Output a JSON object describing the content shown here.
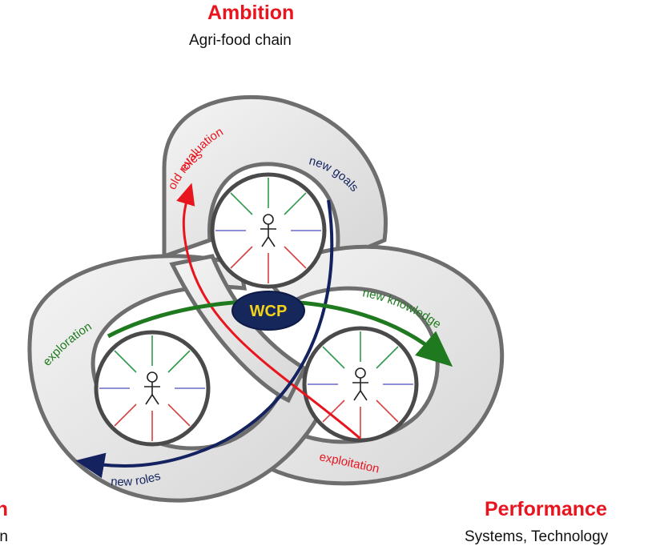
{
  "corners": {
    "top": {
      "title": "Ambition",
      "subtitle": "Agri-food chain"
    },
    "bottom_right": {
      "title": "Performance",
      "subtitle": "Systems, Technology"
    },
    "bottom_left": {
      "title": "Ambition",
      "subtitle": "Agri-food chain"
    }
  },
  "center_label": "WCP",
  "flows": {
    "evaluation": "evaluation",
    "old_roles": "old roles",
    "new_goals": "new goals",
    "exploration": "exploration",
    "new_knowledge": "new knowledge",
    "new_roles": "new roles",
    "exploitation": "exploitation"
  },
  "colors": {
    "red": "#e8141e",
    "navy": "#14235f",
    "green": "#1f7a1f",
    "ring_fill": "#e6e6e6",
    "ring_stroke": "#6e6e6e",
    "wcp_fill": "#16275c",
    "wcp_text": "#f2d21a"
  },
  "icons": [
    "stick-figure-icon",
    "stick-figure-icon",
    "stick-figure-icon"
  ]
}
